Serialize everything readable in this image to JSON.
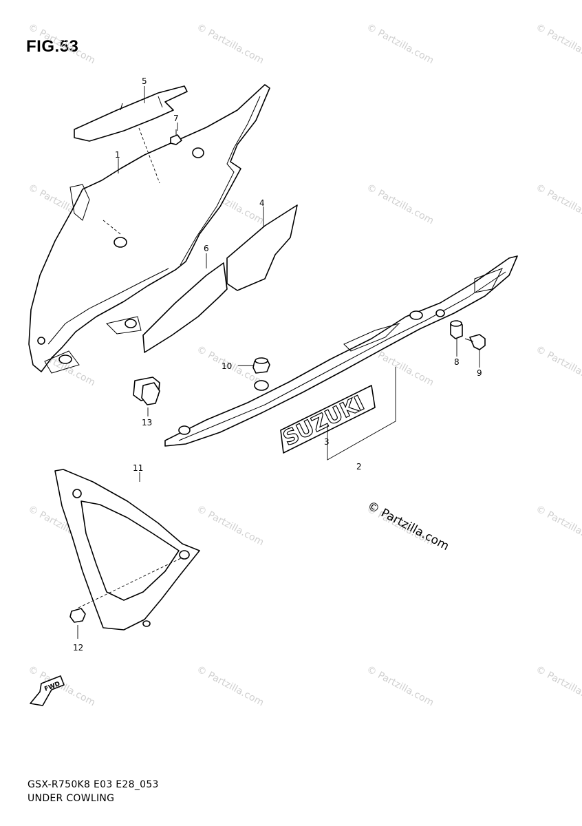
{
  "figure": {
    "title": "FIG.53",
    "model_code": "GSX-R750K8 E03 E28_053",
    "section_name": "UNDER COWLING"
  },
  "callouts": [
    "1",
    "2",
    "3",
    "4",
    "5",
    "6",
    "7",
    "8",
    "9",
    "10",
    "11",
    "12",
    "13"
  ],
  "logo_text": "SUZUKI",
  "direction_label": "FWD",
  "copyright": "© Partzilla.com",
  "watermark": "© Partzilla.com"
}
